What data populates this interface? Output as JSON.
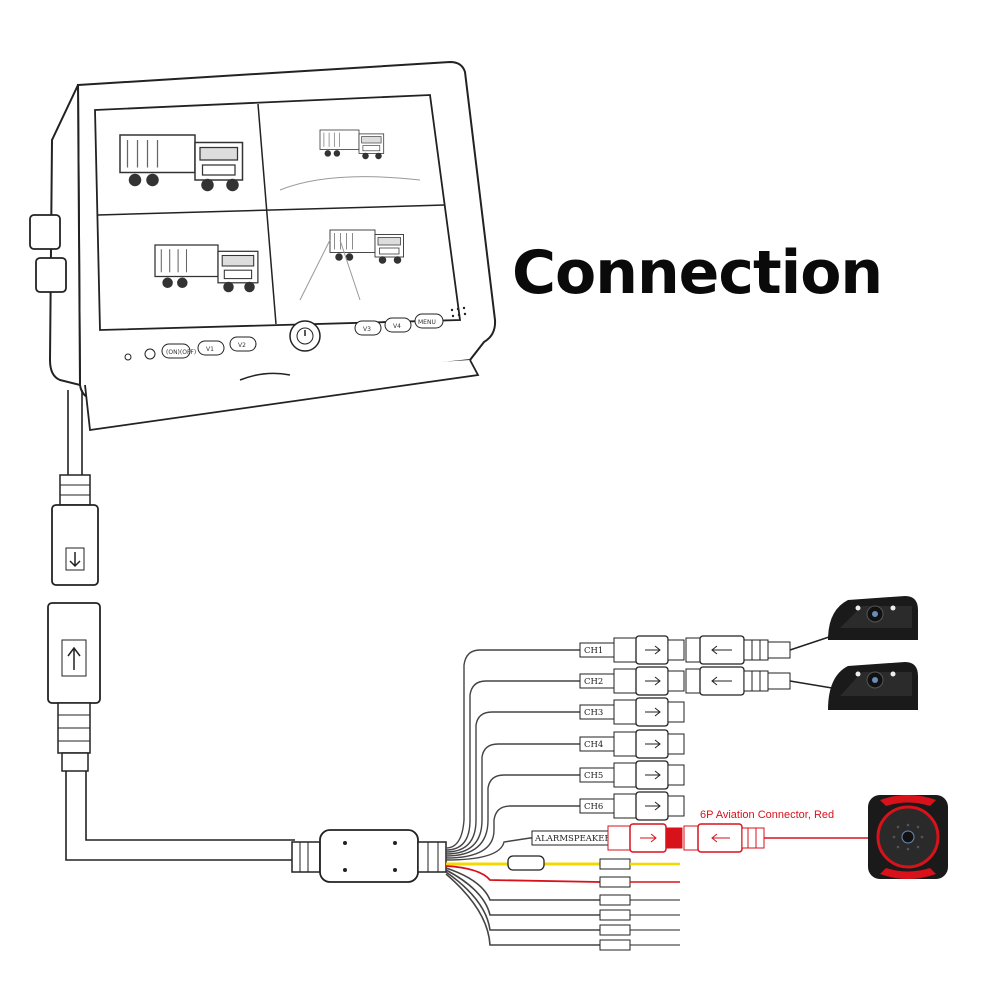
{
  "title": "Connection",
  "monitor": {
    "buttons": [
      "(ON)(OFF)",
      "V1",
      "V2",
      "V3",
      "V4",
      "MENU"
    ]
  },
  "channels": [
    "CH1",
    "CH2",
    "CH3",
    "CH4",
    "CH5",
    "CH6"
  ],
  "alarm_label": "ALARMSPEAKER",
  "aviation_label": "6P Aviation Connector, Red",
  "colors": {
    "red": "#d8121b",
    "yellow": "#f5d800",
    "line": "#333333",
    "camera": "#1a1a1a"
  }
}
